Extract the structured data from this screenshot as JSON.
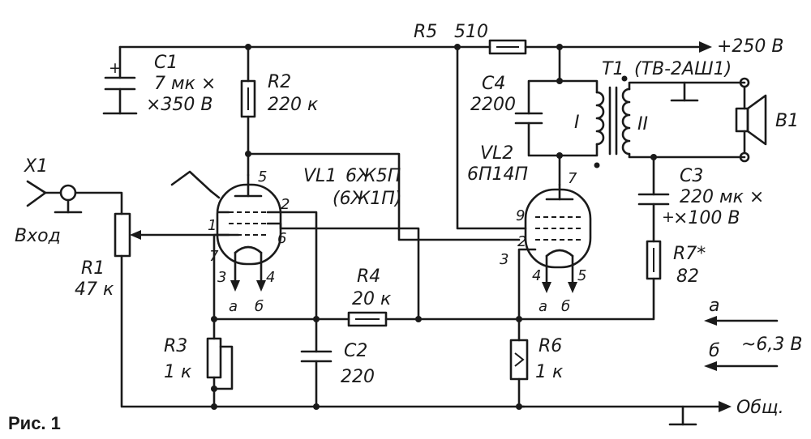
{
  "figure_caption": "Рис. 1",
  "rails": {
    "plus": "+250 В",
    "ground": "Общ."
  },
  "heater": {
    "a": "а",
    "b": "б",
    "voltage": "~6,3 В"
  },
  "connector": {
    "name": "X1",
    "label": "Вход"
  },
  "components": {
    "r1": {
      "name": "R1",
      "value": "47 к"
    },
    "r2": {
      "name": "R2",
      "value": "220 к"
    },
    "r3": {
      "name": "R3",
      "value": "1 к"
    },
    "r4": {
      "name": "R4",
      "value": "20 к"
    },
    "r5": {
      "name": "R5",
      "value": "510"
    },
    "r6": {
      "name": "R6",
      "value": "1 к"
    },
    "r7": {
      "name": "R7*",
      "value": "82"
    },
    "c1": {
      "name": "C1",
      "value1": "7 мк ×",
      "value2": "×350 В"
    },
    "c2": {
      "name": "C2",
      "value": "220"
    },
    "c3": {
      "name": "C3",
      "value1": "220 мк ×",
      "value2": "×100 В"
    },
    "c4": {
      "name": "C4",
      "value": "2200"
    },
    "t1": {
      "name": "T1",
      "type": "(ТВ-2АШ1)",
      "w1": "I",
      "w2": "II"
    },
    "b1": {
      "name": "В1"
    },
    "vl1": {
      "name": "VL1",
      "type": "6Ж5П",
      "alt": "(6Ж1П)"
    },
    "vl2": {
      "name": "VL2",
      "type": "6П14П"
    }
  },
  "pins": {
    "vl1": {
      "p5": "5",
      "p2": "2",
      "p1": "1",
      "p6": "6",
      "p7": "7",
      "p3": "3",
      "p4": "4"
    },
    "vl2": {
      "p7": "7",
      "p9": "9",
      "p2": "2",
      "p3": "3",
      "p4": "4",
      "p5": "5"
    }
  }
}
